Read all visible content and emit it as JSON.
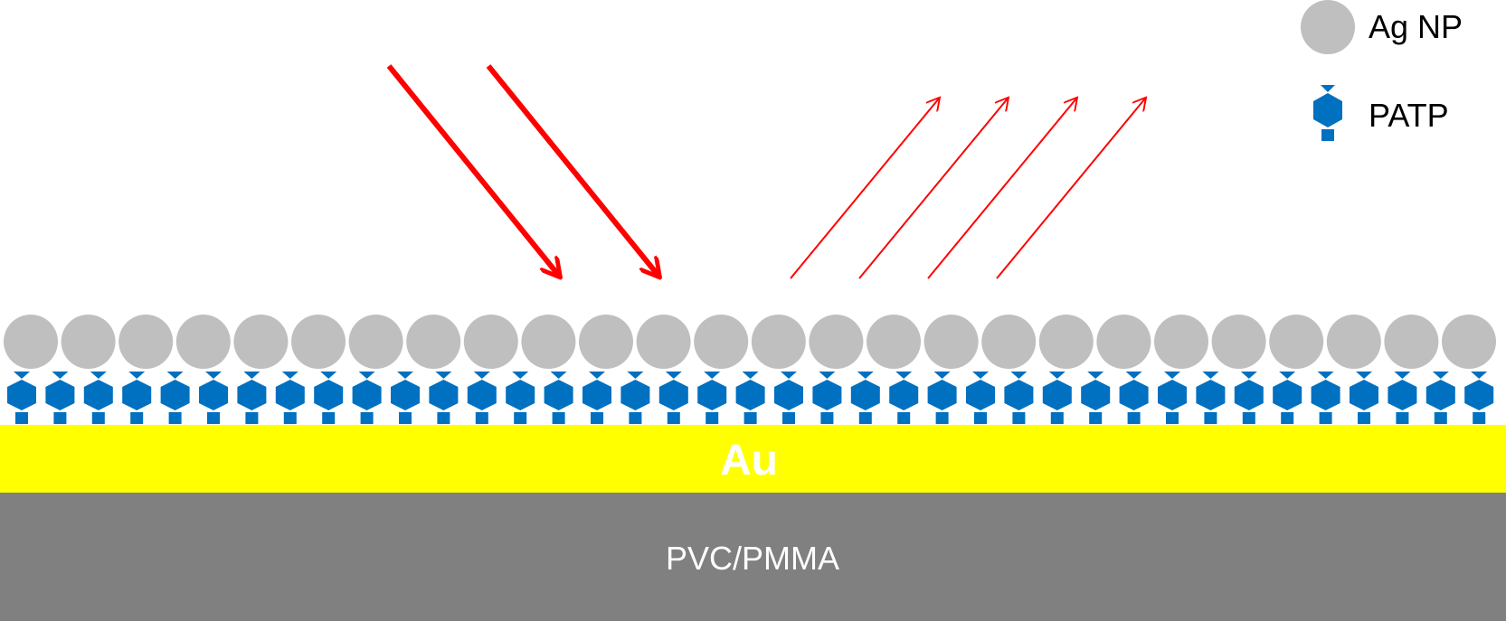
{
  "legend": {
    "ag_np_label": "Ag NP",
    "patp_label": "PATP"
  },
  "layers": {
    "gold_label": "Au",
    "substrate_label": "PVC/PMMA"
  },
  "colors": {
    "ag_np": "#bfbfbf",
    "patp": "#0070c0",
    "gold": "#ffff00",
    "substrate": "#808080",
    "light": "#ff0000"
  },
  "counts": {
    "ag_nanoparticles": 26,
    "patp_molecules": 39,
    "incident_beams": 2,
    "scattered_beams": 4
  }
}
